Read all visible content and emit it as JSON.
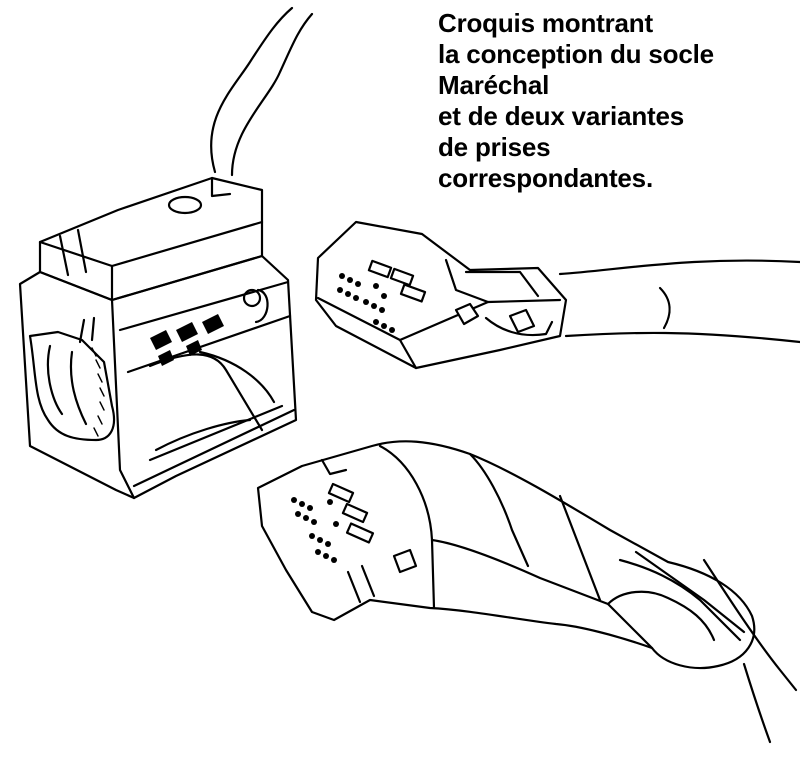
{
  "caption": {
    "lines": [
      "Croquis montrant",
      "la conception du socle",
      "Maréchal",
      "et de deux variantes",
      "de prises",
      "correspondantes."
    ]
  },
  "figure": {
    "items": [
      "socket-base",
      "plug-variant-straight",
      "plug-variant-angled"
    ],
    "style": "black line drawing on white",
    "colors": {
      "ink": "#000000",
      "paper": "#ffffff"
    }
  }
}
